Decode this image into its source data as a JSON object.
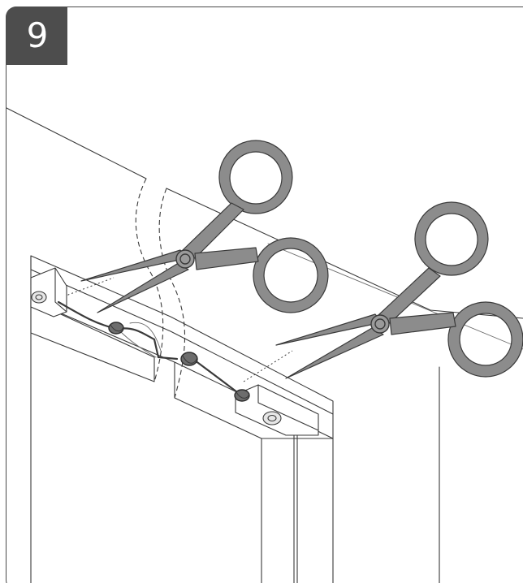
{
  "step": {
    "number": "9"
  },
  "colors": {
    "badge_background": "#4d4d4d",
    "badge_text": "#ffffff",
    "scissors_fill": "#8c8c8c",
    "line_art": "#3a3a3a"
  },
  "icons": {
    "tools": [
      "scissors-icon",
      "scissors-icon"
    ],
    "parts": [
      "cord-knot",
      "cord-knot",
      "cord-knot",
      "mounting-bracket",
      "mounting-bracket"
    ]
  }
}
